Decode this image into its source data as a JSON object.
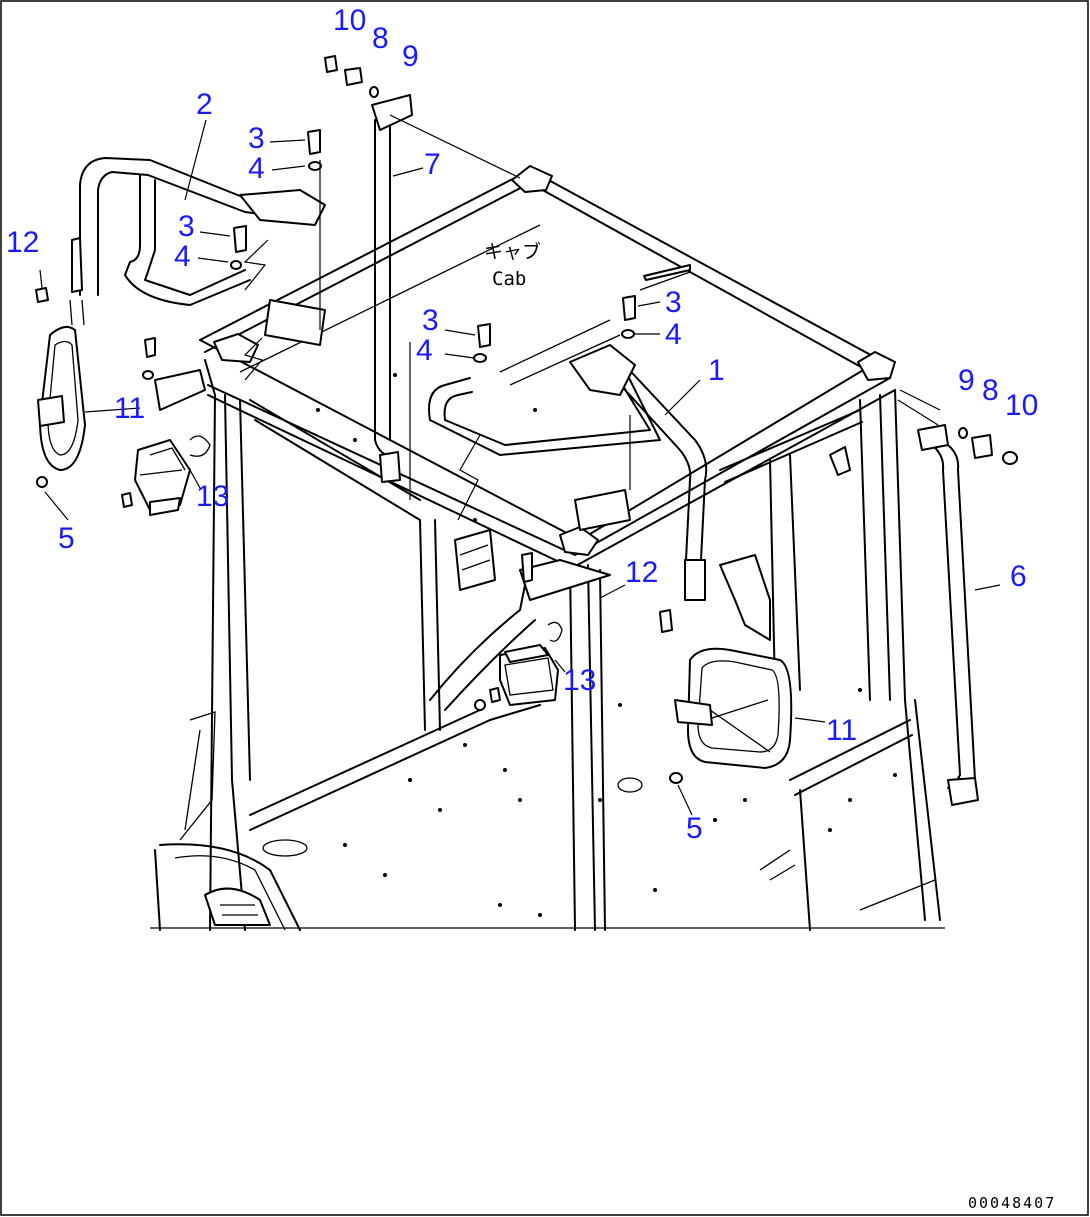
{
  "drawing": {
    "cab_label_jp": "キャブ",
    "cab_label_en": "Cab",
    "document_id": "00048407"
  },
  "callouts": [
    {
      "id": "c1",
      "text": "1"
    },
    {
      "id": "c2",
      "text": "2"
    },
    {
      "id": "c3a",
      "text": "3"
    },
    {
      "id": "c3b",
      "text": "3"
    },
    {
      "id": "c3c",
      "text": "3"
    },
    {
      "id": "c3d",
      "text": "3"
    },
    {
      "id": "c4a",
      "text": "4"
    },
    {
      "id": "c4b",
      "text": "4"
    },
    {
      "id": "c4c",
      "text": "4"
    },
    {
      "id": "c4d",
      "text": "4"
    },
    {
      "id": "c5a",
      "text": "5"
    },
    {
      "id": "c5b",
      "text": "5"
    },
    {
      "id": "c6",
      "text": "6"
    },
    {
      "id": "c7",
      "text": "7"
    },
    {
      "id": "c8a",
      "text": "8"
    },
    {
      "id": "c8b",
      "text": "8"
    },
    {
      "id": "c9a",
      "text": "9"
    },
    {
      "id": "c9b",
      "text": "9"
    },
    {
      "id": "c10a",
      "text": "10"
    },
    {
      "id": "c10b",
      "text": "10"
    },
    {
      "id": "c11a",
      "text": "11"
    },
    {
      "id": "c11b",
      "text": "11"
    },
    {
      "id": "c12a",
      "text": "12"
    },
    {
      "id": "c12b",
      "text": "12"
    },
    {
      "id": "c13a",
      "text": "13"
    },
    {
      "id": "c13b",
      "text": "13"
    }
  ],
  "colors": {
    "callout": "#1a1aff",
    "line": "#000000",
    "background": "#ffffff"
  }
}
